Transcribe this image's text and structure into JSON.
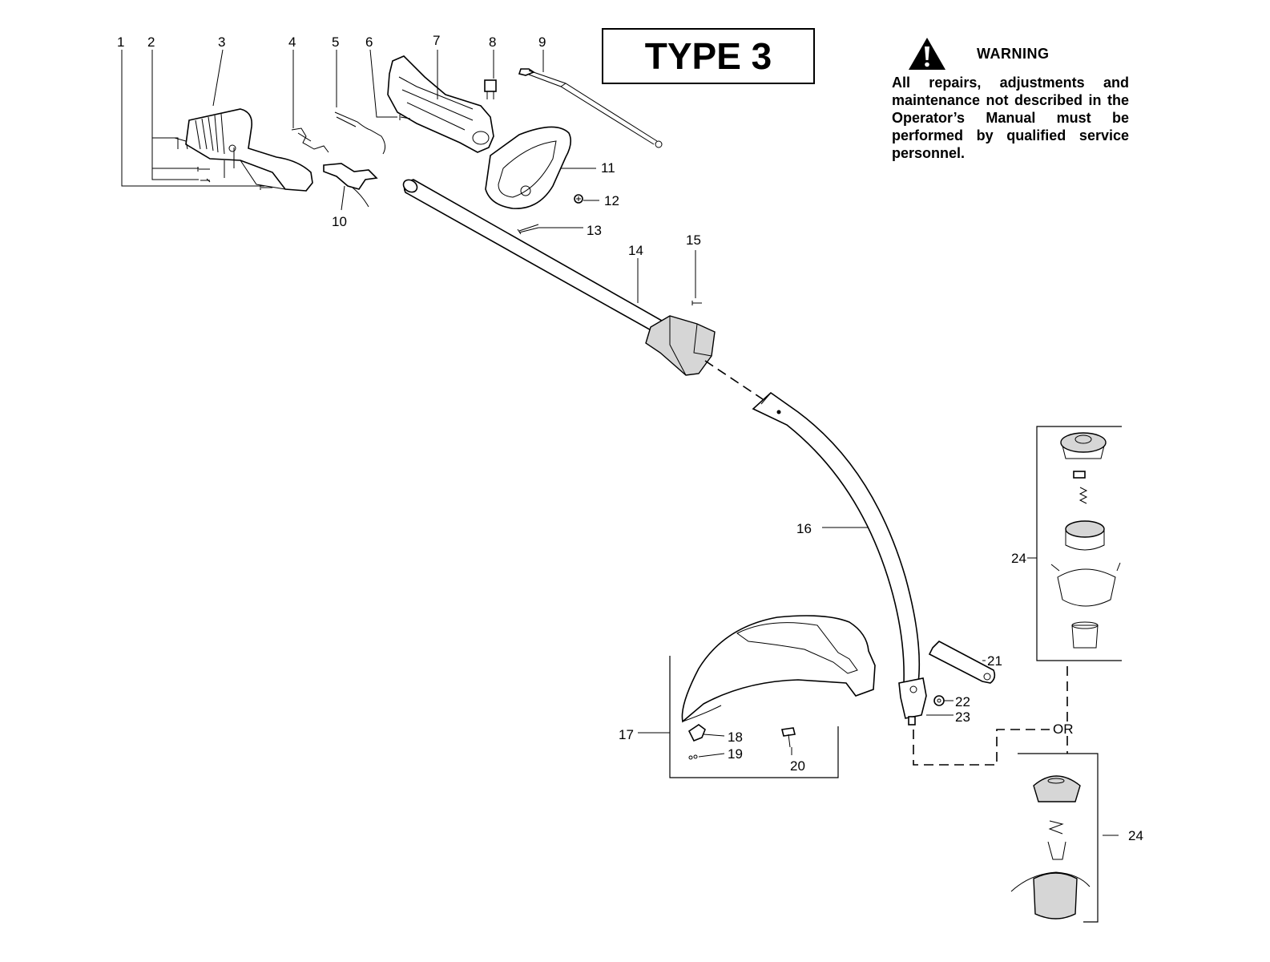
{
  "title_box": "TYPE 3",
  "warning": {
    "title": "WARNING",
    "text": "All repairs, adjustments and maintenance not described in the Operator’s Manual must be performed by qualified service personnel."
  },
  "callouts": {
    "c1": "1",
    "c2": "2",
    "c3": "3",
    "c4": "4",
    "c5": "5",
    "c6": "6",
    "c7": "7",
    "c8": "8",
    "c9": "9",
    "c10": "10",
    "c11": "11",
    "c12": "12",
    "c13": "13",
    "c14": "14",
    "c15": "15",
    "c16": "16",
    "c17": "17",
    "c18": "18",
    "c19": "19",
    "c20": "20",
    "c21": "21",
    "c22": "22",
    "c23": "23",
    "c24a": "24",
    "c24b": "24"
  },
  "or_label": "OR",
  "icons": [
    "warning-triangle-icon"
  ]
}
